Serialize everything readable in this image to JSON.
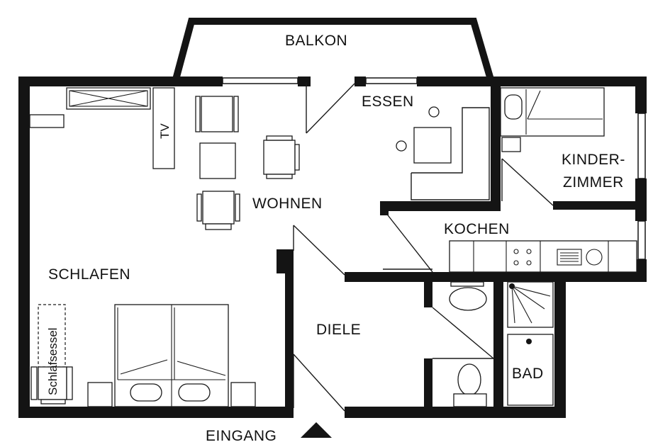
{
  "rooms": {
    "balkon": "BALKON",
    "essen": "ESSEN",
    "wohnen": "WOHNEN",
    "schlafen": "SCHLAFEN",
    "kinderzimmer_line1": "KINDER-",
    "kinderzimmer_line2": "ZIMMER",
    "kochen": "KOCHEN",
    "diele": "DIELE",
    "bad": "BAD"
  },
  "furniture": {
    "tv": "TV",
    "schlafsessel": "Schlafsessel"
  },
  "entrance": {
    "label": "EINGANG"
  }
}
